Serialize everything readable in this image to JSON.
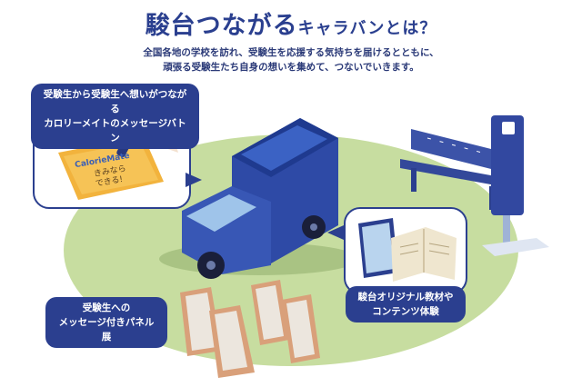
{
  "header": {
    "title_part1": "駿台つながる",
    "title_part2": "キャラバン",
    "title_part3": "とは？",
    "desc_line1": "全国各地の学校を訪れ、受験生を応援する気持ちを届けるとともに、",
    "desc_line2": "頑張る受験生たち自身の想いを集めて、つないでいきます。"
  },
  "features": {
    "baton": {
      "line1": "受験生から受験生へ想いがつながる",
      "line2": "カロリーメイトのメッセージバトン"
    },
    "panel": {
      "line1": "受験生への",
      "line2": "メッセージ付きパネル展"
    },
    "materials": {
      "line1": "駿台オリジナル教材や",
      "line2": "コンテンツ体験"
    }
  },
  "package": {
    "brand": "CalorieMate",
    "msg_line1": "きみなら",
    "msg_line2": "できる!"
  },
  "colors": {
    "navy": "#2b3f8f",
    "lawn": "#c7dda0",
    "box": "#f2b33d",
    "panel": "#d9a07a"
  }
}
